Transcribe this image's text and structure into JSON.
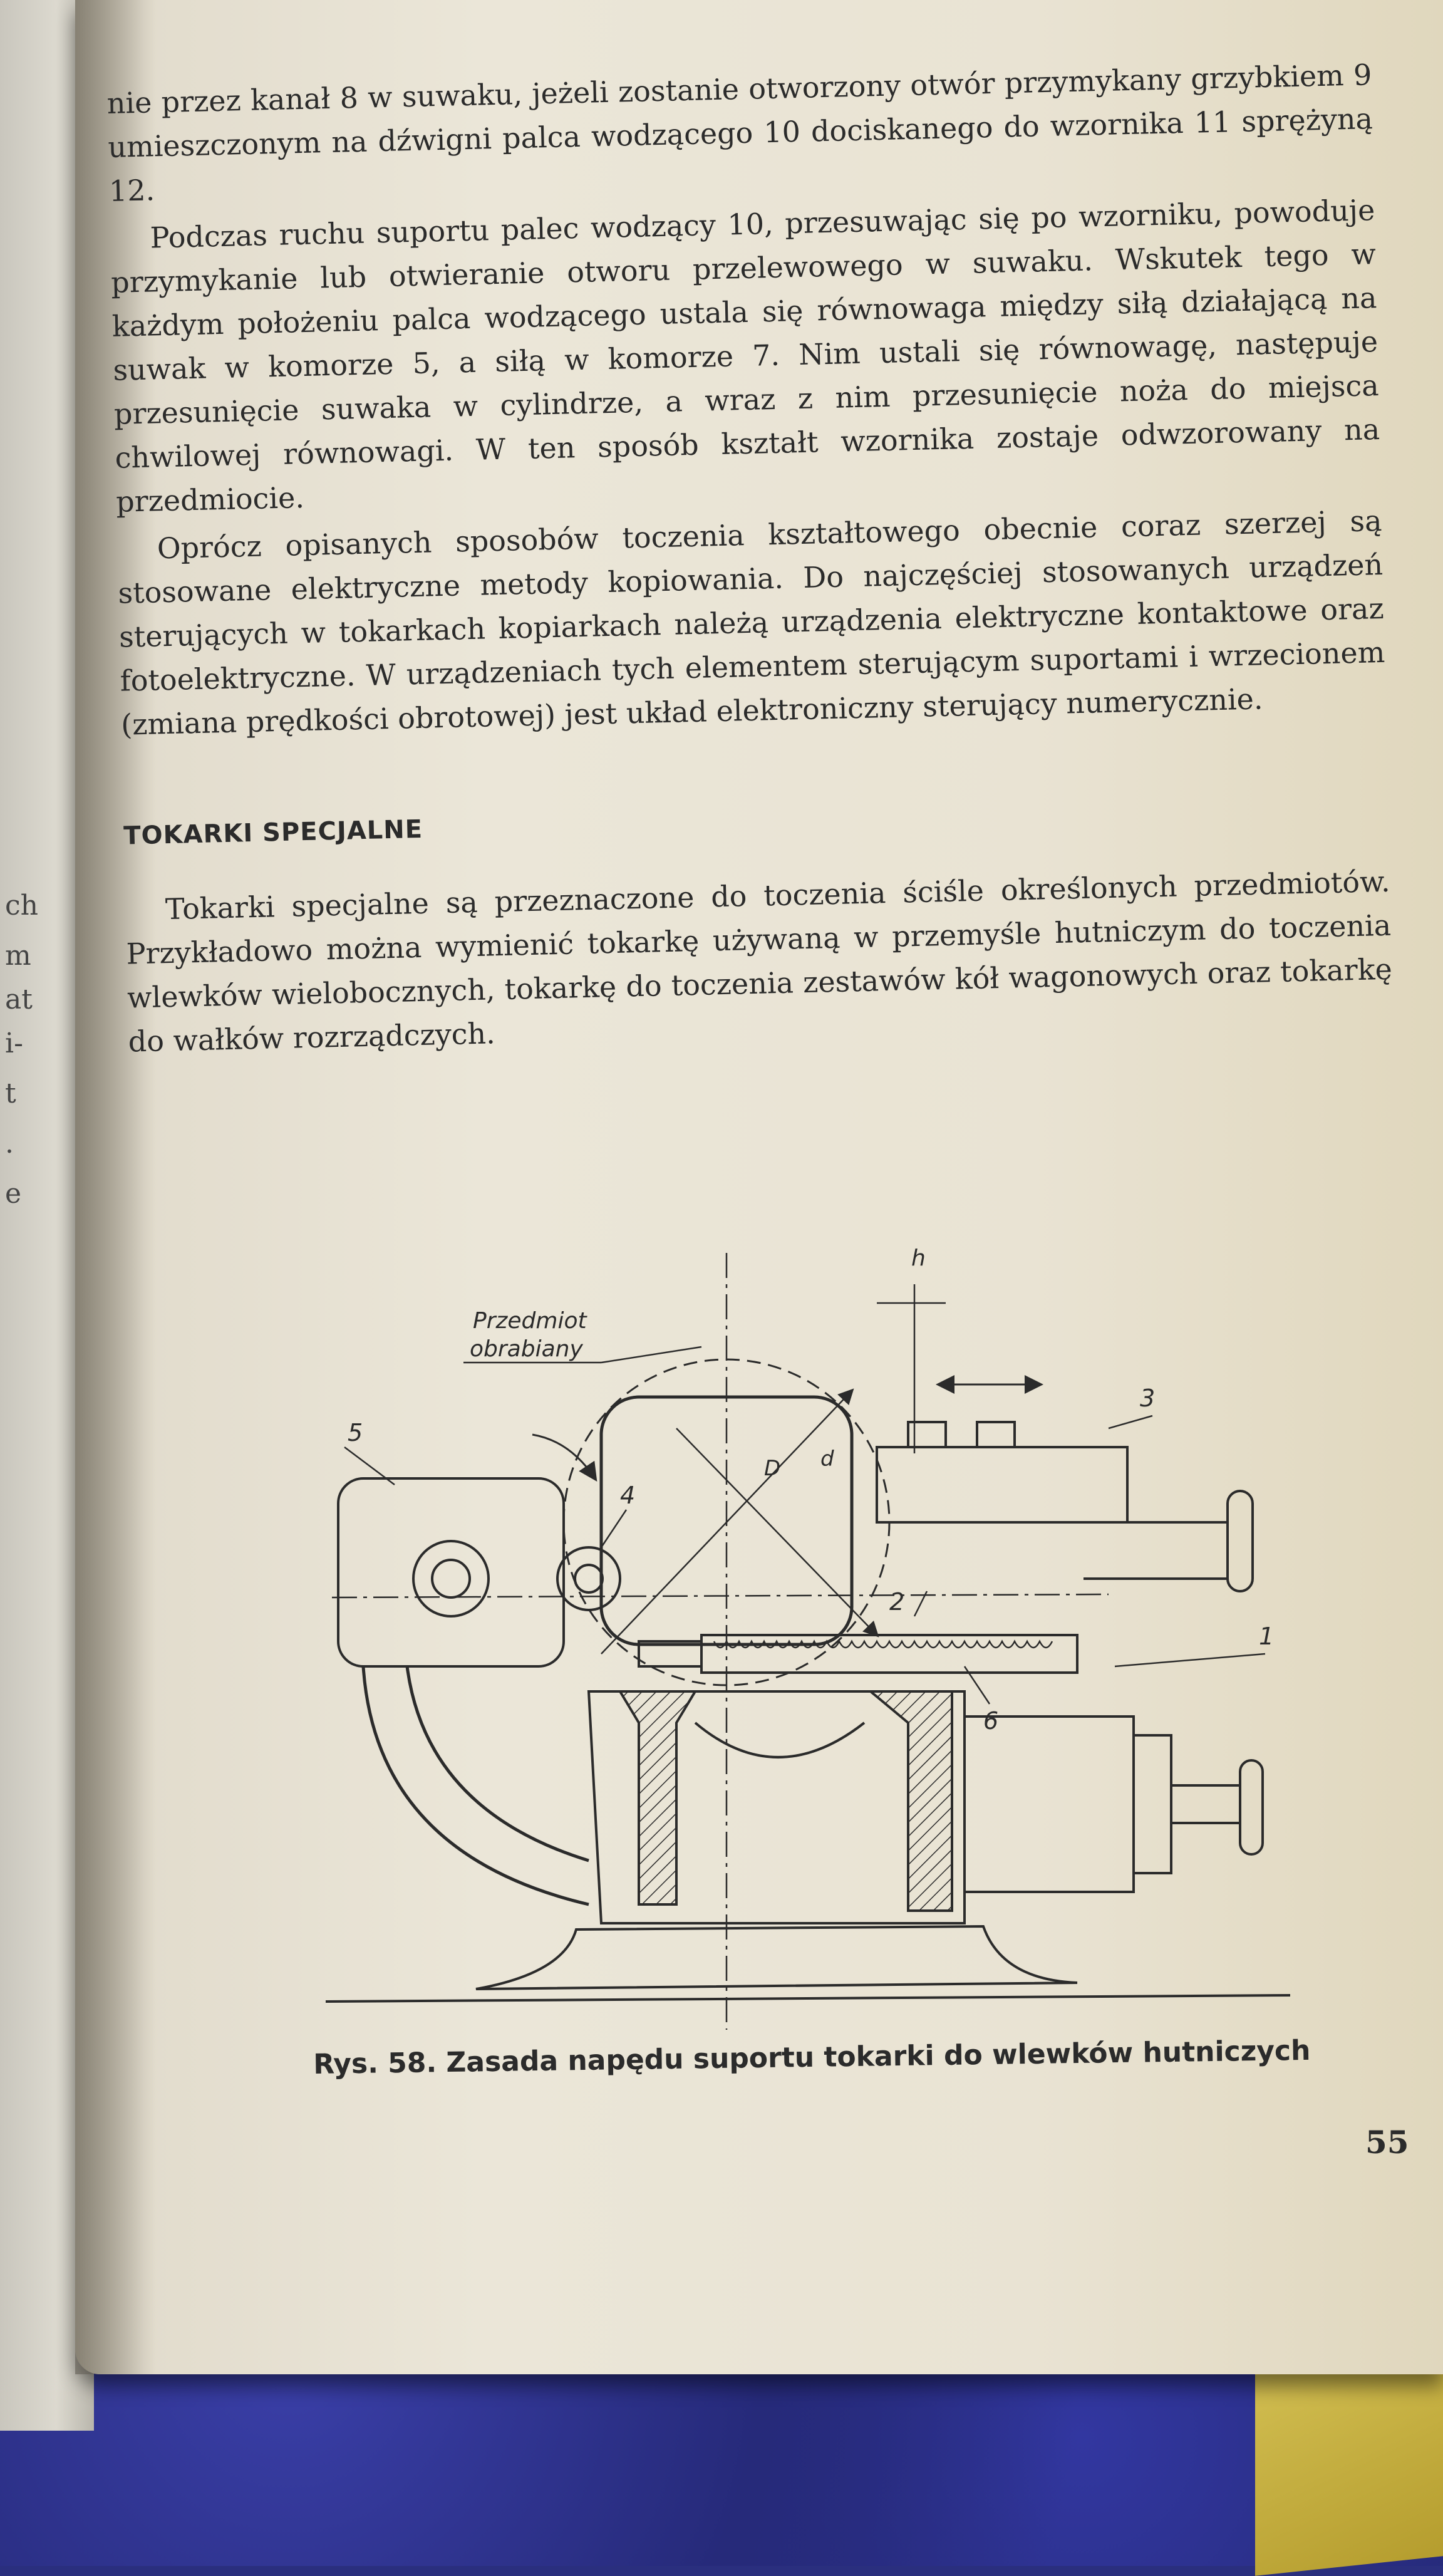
{
  "margin_fragments": [
    "ch",
    "m",
    "at",
    "i-",
    "t",
    ".",
    "e"
  ],
  "paragraphs": [
    "nie przez kanał 8 w suwaku, jeżeli zostanie otworzony otwór przymykany grzybkiem 9 umieszczonym na dźwigni palca wodzącego 10 dociskanego do wzornika 11 sprężyną 12.",
    "Podczas ruchu suportu palec wodzący 10, przesuwając się po wzorniku, powoduje przymykanie lub otwieranie otworu przelewowego w suwaku. Wskutek tego w każdym położeniu palca wodzącego ustala się równowaga między siłą działającą na suwak w komorze 5, a siłą w komorze 7. Nim ustali się równowagę, następuje przesunięcie suwaka w cylindrze, a wraz z nim przesunięcie noża do miejsca chwilowej równowagi. W ten sposób kształt wzornika zostaje odwzorowany na przedmiocie.",
    "Oprócz opisanych sposobów toczenia kształtowego obecnie coraz szerzej są stosowane elektryczne metody kopiowania. Do najczęściej stosowanych urządzeń sterujących w tokarkach kopiarkach należą urządzenia elektryczne kontaktowe oraz fotoelektryczne. W urządzeniach tych elementem sterującym suportami i wrzecionem (zmiana prędkości obrotowej) jest układ elektroniczny sterujący numerycznie."
  ],
  "section": {
    "heading": "TOKARKI SPECJALNE",
    "paragraph": "Tokarki specjalne są przeznaczone do toczenia ściśle określonych przedmiotów. Przykładowo można wymienić tokarkę używaną w przemyśle hutniczym do toczenia wlewków wielobocznych, tokarkę do toczenia zestawów kół wagonowych oraz tokarkę do wałków rozrządczych."
  },
  "figure": {
    "workpiece_label_line1": "Przedmiot",
    "workpiece_label_line2": "obrabiany",
    "dim_h": "h",
    "dim_D": "D",
    "dim_d": "d",
    "part_1": "1",
    "part_2": "2",
    "part_3": "3",
    "part_4": "4",
    "part_5": "5",
    "part_6": "6",
    "caption": "Rys. 58. Zasada napędu suportu tokarki do wlewków hutniczych"
  },
  "page_number": "55"
}
